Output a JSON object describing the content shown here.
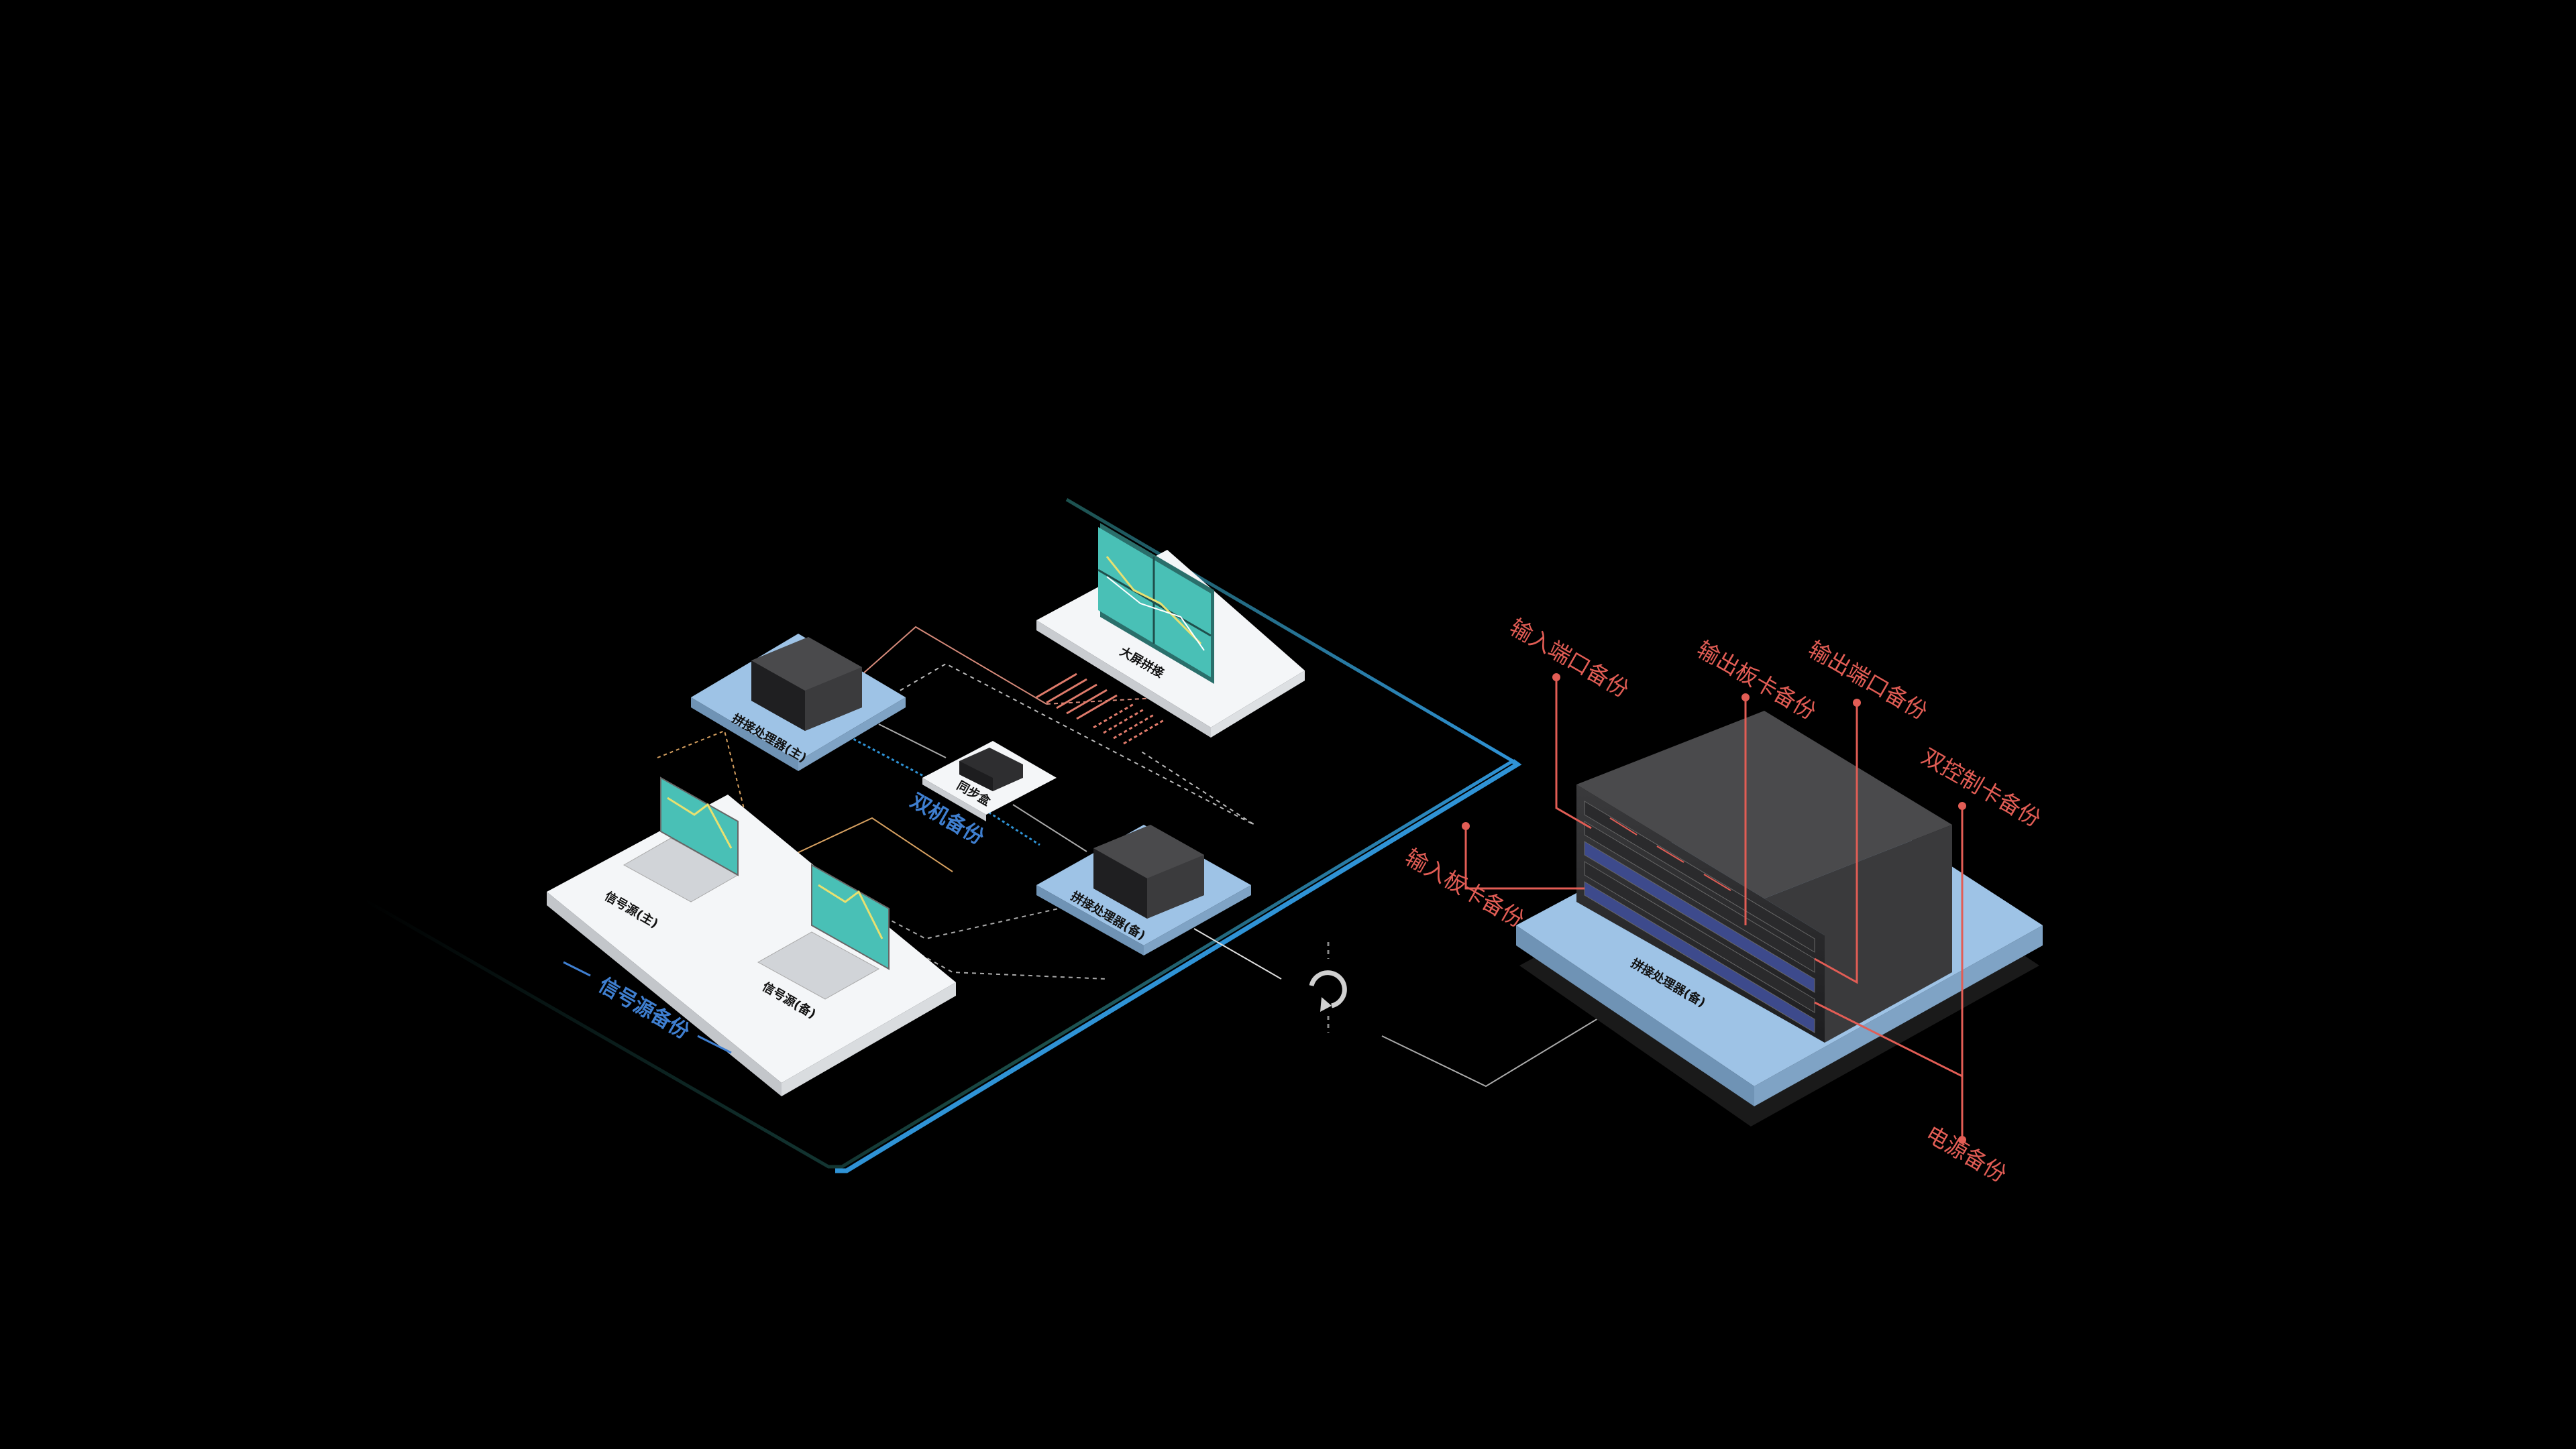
{
  "colors": {
    "background": "#000000",
    "accent_blue": "#2f93d6",
    "callout_red": "#e25d55",
    "platform_blue": "#9ec3e6",
    "platform_white": "#f4f6f8",
    "screen_teal": "#49c0b6"
  },
  "left_scene": {
    "splicer_main_label": "拼接处理器(主)",
    "splicer_backup_label": "拼接处理器(备)",
    "sync_box_label": "同步盒",
    "video_wall_label": "大屏拼接",
    "source_main_label": "信号源(主)",
    "source_backup_label": "信号源(备)",
    "dual_backup_label": "双机备份",
    "source_backup_caption": "信号源备份"
  },
  "right_scene": {
    "device_label": "拼接处理器(备)",
    "callouts": {
      "input_port": "输入端口备份",
      "output_board": "输出板卡备份",
      "output_port": "输出端口备份",
      "dual_control": "双控制卡备份",
      "input_board": "输入板卡备份",
      "power": "电源备份"
    }
  },
  "icons": [
    "refresh-icon"
  ]
}
